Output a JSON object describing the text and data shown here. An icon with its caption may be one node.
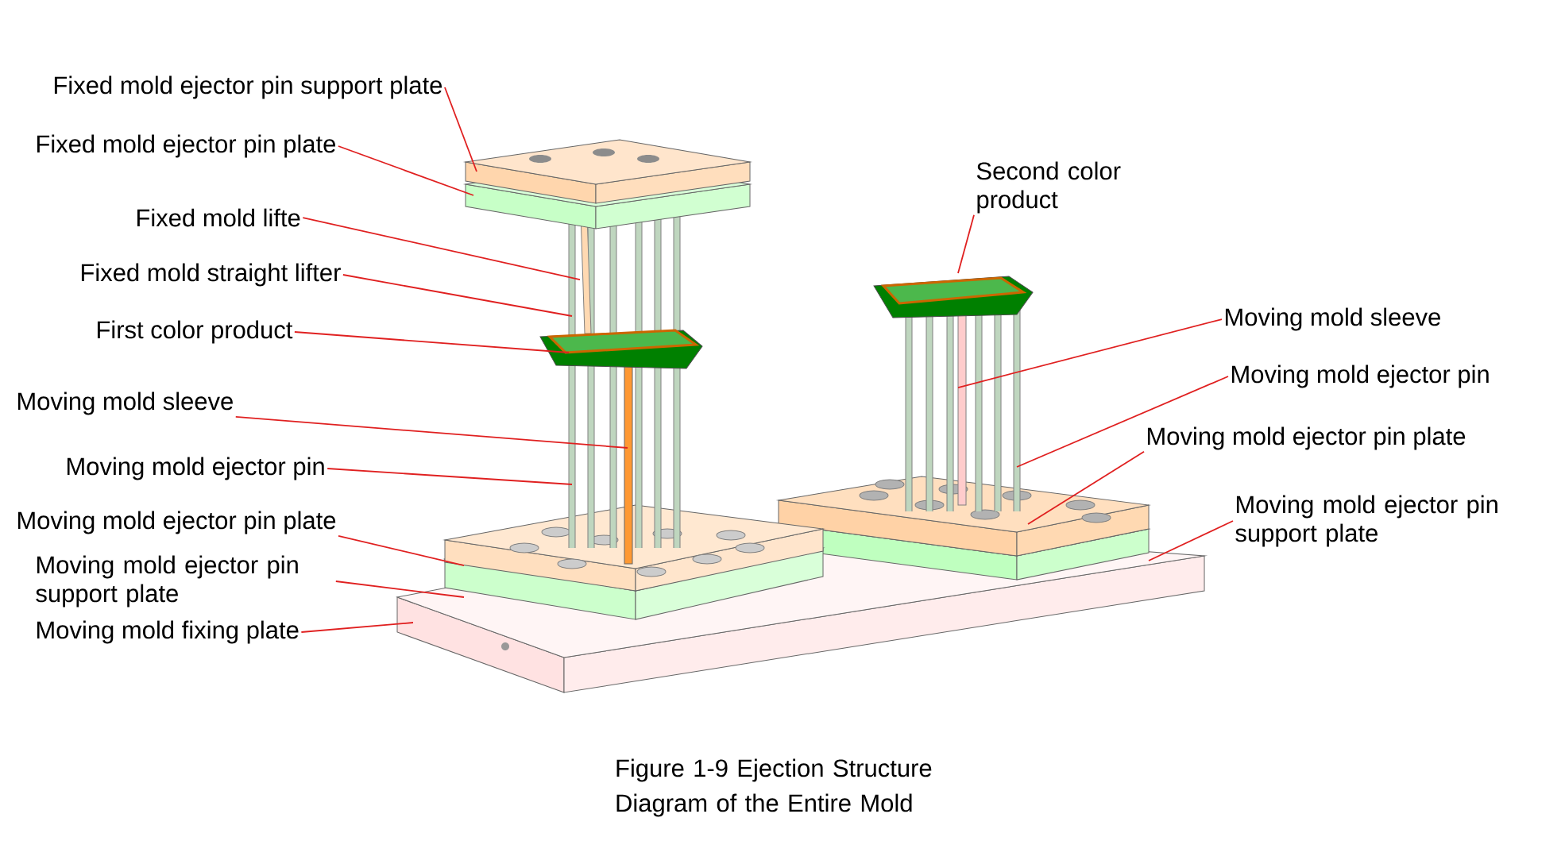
{
  "diagram": {
    "caption": "Figure 1-9 Ejection Structure Diagram of the Entire Mold",
    "nodes": [
      {
        "text": [
          "Fixed mold ejector pin support plate"
        ]
      },
      {
        "text": [
          "Fixed mold ejector pin plate"
        ]
      },
      {
        "text": [
          "Fixed mold lifte"
        ]
      },
      {
        "text": [
          "Fixed mold straight lifter"
        ]
      },
      {
        "text": [
          "First color product"
        ]
      },
      {
        "text": [
          "Moving mold  sleeve"
        ]
      },
      {
        "text": [
          "Moving mold ejector pin"
        ]
      },
      {
        "text": [
          "Moving mold ejector pin plate"
        ]
      },
      {
        "text": [
          "Moving mold ejector pin support plate"
        ]
      },
      {
        "text": [
          "Moving mold fixing plate"
        ]
      },
      {
        "text": [
          "Second color product"
        ]
      },
      {
        "text": [
          "Moving mold sleeve"
        ]
      },
      {
        "text": [
          "Moving mold ejector pin"
        ]
      },
      {
        "text": [
          "Moving mold ejector pin  plate"
        ]
      },
      {
        "text": [
          "Moving mold ejector pin support plate"
        ]
      }
    ],
    "edges": [
      {
        "from": 0,
        "to": null,
        "arrow": "none",
        "color": "#e02020"
      },
      {
        "from": 1,
        "to": null,
        "arrow": "none",
        "color": "#e02020"
      },
      {
        "from": 2,
        "to": null,
        "arrow": "none",
        "color": "#e02020"
      },
      {
        "from": 3,
        "to": null,
        "arrow": "none",
        "color": "#e02020"
      },
      {
        "from": 4,
        "to": null,
        "arrow": "none",
        "color": "#e02020"
      },
      {
        "from": 5,
        "to": null,
        "arrow": "none",
        "color": "#e02020"
      },
      {
        "from": 6,
        "to": null,
        "arrow": "none",
        "color": "#e02020"
      },
      {
        "from": 7,
        "to": null,
        "arrow": "none",
        "color": "#e02020"
      },
      {
        "from": 8,
        "to": null,
        "arrow": "none",
        "color": "#e02020"
      },
      {
        "from": 9,
        "to": null,
        "arrow": "none",
        "color": "#e02020"
      },
      {
        "from": 10,
        "to": null,
        "arrow": "none",
        "color": "#e02020"
      },
      {
        "from": 11,
        "to": null,
        "arrow": "none",
        "color": "#e02020"
      },
      {
        "from": 12,
        "to": null,
        "arrow": "none",
        "color": "#e02020"
      },
      {
        "from": 13,
        "to": null,
        "arrow": "none",
        "color": "#e02020"
      },
      {
        "from": 14,
        "to": null,
        "arrow": "none",
        "color": "#e02020"
      }
    ]
  }
}
